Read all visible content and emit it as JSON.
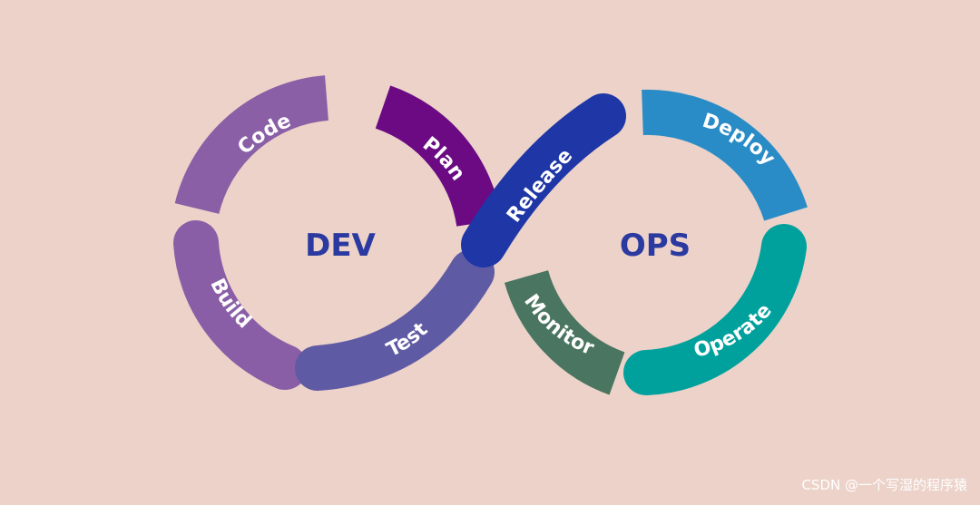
{
  "center_labels": {
    "dev": "DEV",
    "ops": "OPS"
  },
  "segments": {
    "code": {
      "label": "Code",
      "color": "#8a5fa6"
    },
    "plan": {
      "label": "Plan",
      "color": "#6b0a83"
    },
    "build": {
      "label": "Build",
      "color": "#8a5ea6"
    },
    "test": {
      "label": "Test",
      "color": "#5f5aa4"
    },
    "release": {
      "label": "Release",
      "color": "#1e36a6"
    },
    "deploy": {
      "label": "Deploy",
      "color": "#2a8cc6"
    },
    "operate": {
      "label": "Operate",
      "color": "#00a19c"
    },
    "monitor": {
      "label": "Monitor",
      "color": "#4a7560"
    }
  },
  "background_color": "#ecd2c9",
  "center_text_color": "#2b3aa0",
  "watermark": "CSDN @一个写湿的程序猿"
}
